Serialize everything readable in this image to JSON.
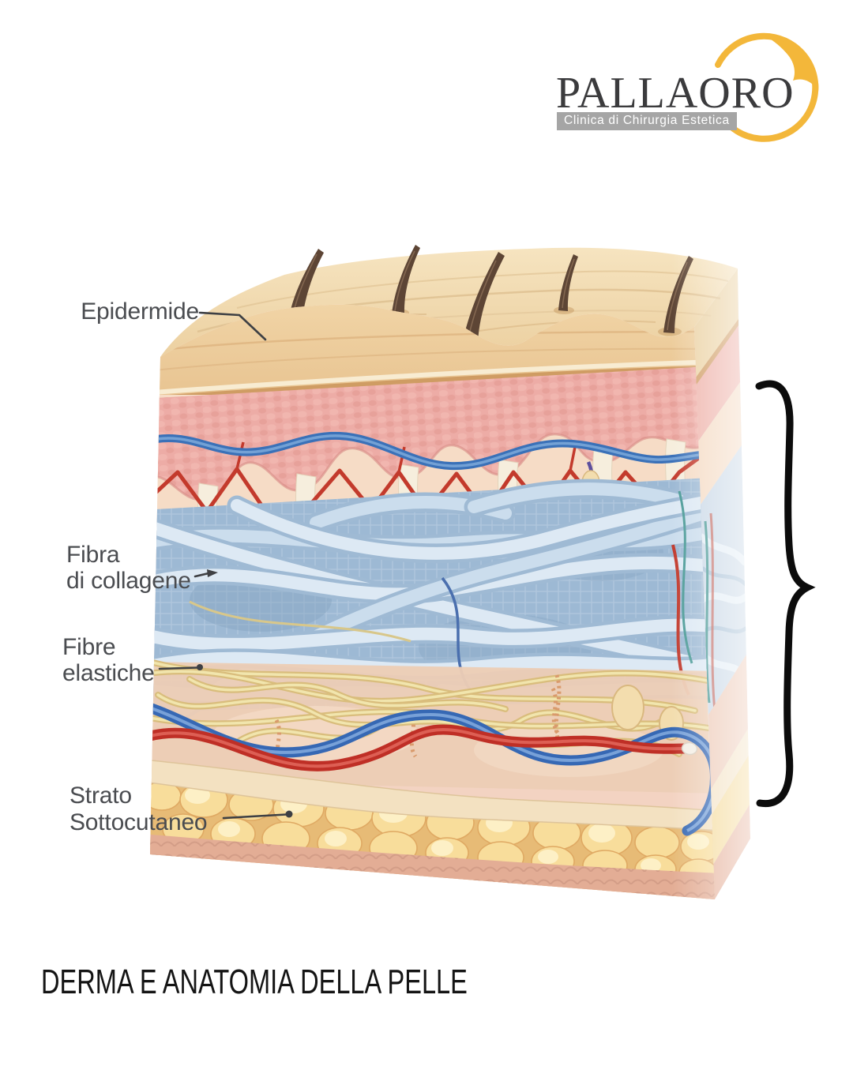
{
  "logo": {
    "name": "PALLAORO",
    "tagline": "Clinica di Chirurgia Estetica"
  },
  "labels": {
    "epidermide": "Epidermide",
    "fibra_collagene": {
      "line1": "Fibra",
      "line2": "di collagene"
    },
    "fibre_elastiche": {
      "line1": "Fibre",
      "line2": "elastiche"
    },
    "strato_sottocutaneo": {
      "line1": "Strato",
      "line2": "Sottocutaneo"
    }
  },
  "title": "DERMA E ANATOMIA DELLA PELLE",
  "colors": {
    "logo_accent": "#F3B73A",
    "logo_text": "#3B3B3D",
    "tagline_bg": "#A5A5A5",
    "tagline_text": "#FFFFFF",
    "label_text": "#4A4C50",
    "title_text": "#141414",
    "brace": "#0C0C0C",
    "epidermis": "#EFCF9F",
    "papillary_dermis": "#EDACA6",
    "collagen_fibers": "#DDE9F4",
    "elastic_fibers": "#E6D28C",
    "artery": "#BF2F26",
    "vein": "#3668B4",
    "subcutaneous_fat": "#F8DD9B"
  }
}
